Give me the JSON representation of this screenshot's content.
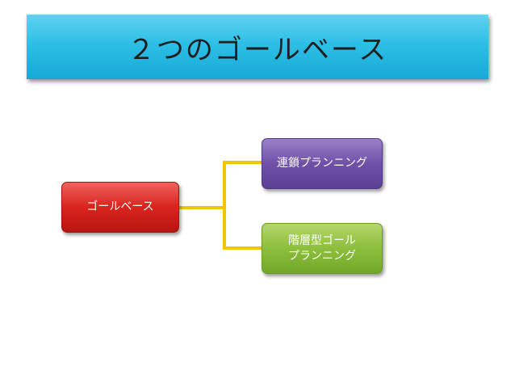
{
  "title": "２つのゴールベース",
  "colors": {
    "title_bar": "#2ebfe6",
    "root_node": "#d9231d",
    "chain_node": "#6f52a8",
    "hier_node": "#8cbf3b",
    "connector": "#f5c400"
  },
  "diagram": {
    "root": {
      "label": "ゴールベース"
    },
    "children": [
      {
        "label": "連鎖プランニング"
      },
      {
        "label": "階層型ゴール\nプランニング"
      }
    ]
  }
}
